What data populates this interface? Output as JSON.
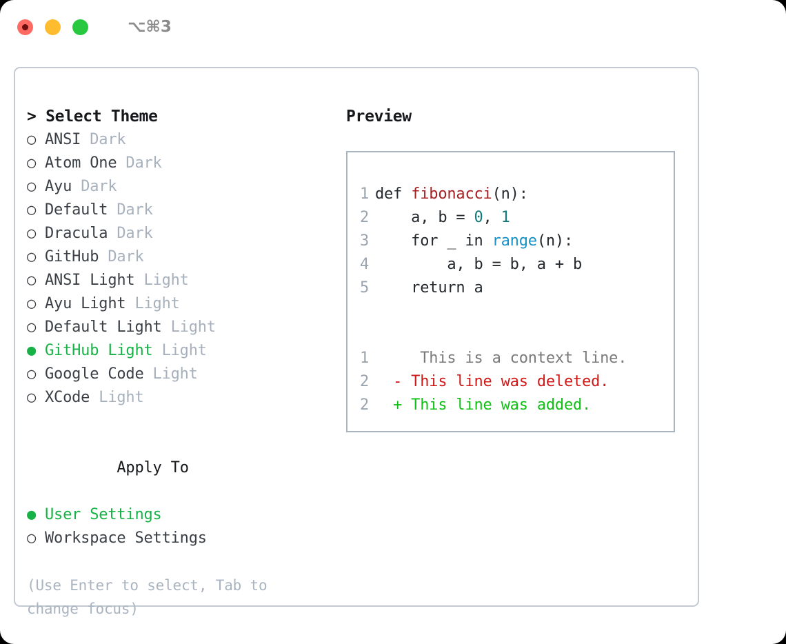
{
  "titlebar": {
    "shortcut": "⌥⌘3",
    "dots": [
      "close-red",
      "minimize-yellow",
      "zoom-green"
    ]
  },
  "theme_selector": {
    "header": "> Select Theme",
    "marker_selected": "●",
    "marker_unselected": "○",
    "accent_color": "#17b245",
    "items": [
      {
        "marker": "○",
        "name": "ANSI",
        "variant": "Dark",
        "selected": false
      },
      {
        "marker": "○",
        "name": "Atom One",
        "variant": "Dark",
        "selected": false
      },
      {
        "marker": "○",
        "name": "Ayu",
        "variant": "Dark",
        "selected": false
      },
      {
        "marker": "○",
        "name": "Default",
        "variant": "Dark",
        "selected": false
      },
      {
        "marker": "○",
        "name": "Dracula",
        "variant": "Dark",
        "selected": false
      },
      {
        "marker": "○",
        "name": "GitHub",
        "variant": "Dark",
        "selected": false
      },
      {
        "marker": "○",
        "name": "ANSI Light",
        "variant": "Light",
        "selected": false
      },
      {
        "marker": "○",
        "name": "Ayu Light",
        "variant": "Light",
        "selected": false
      },
      {
        "marker": "○",
        "name": "Default Light",
        "variant": "Light",
        "selected": false
      },
      {
        "marker": "●",
        "name": "GitHub Light",
        "variant": "Light",
        "selected": true
      },
      {
        "marker": "○",
        "name": "Google Code",
        "variant": "Light",
        "selected": false
      },
      {
        "marker": "○",
        "name": "XCode",
        "variant": "Light",
        "selected": false
      }
    ]
  },
  "apply_to": {
    "header": "Apply To",
    "items": [
      {
        "marker": "●",
        "label": "User Settings",
        "selected": true
      },
      {
        "marker": "○",
        "label": "Workspace Settings",
        "selected": false
      }
    ]
  },
  "hint": "(Use Enter to select, Tab to change focus)",
  "preview": {
    "title": "Preview",
    "code": [
      {
        "ln": "1",
        "segments": [
          {
            "t": "def ",
            "c": "plain"
          },
          {
            "t": "fibonacci",
            "c": "fn"
          },
          {
            "t": "(n):",
            "c": "plain"
          }
        ]
      },
      {
        "ln": "2",
        "segments": [
          {
            "t": "    a, b = ",
            "c": "plain"
          },
          {
            "t": "0",
            "c": "num"
          },
          {
            "t": ", ",
            "c": "plain"
          },
          {
            "t": "1",
            "c": "num"
          }
        ]
      },
      {
        "ln": "3",
        "segments": [
          {
            "t": "    for _ in ",
            "c": "plain"
          },
          {
            "t": "range",
            "c": "call"
          },
          {
            "t": "(n):",
            "c": "plain"
          }
        ]
      },
      {
        "ln": "4",
        "segments": [
          {
            "t": "        a, b = b, a + b",
            "c": "plain"
          }
        ]
      },
      {
        "ln": "5",
        "segments": [
          {
            "t": "    return a",
            "c": "plain"
          }
        ]
      }
    ],
    "diff": [
      {
        "ln": "1",
        "sign": " ",
        "text": "  This is a context line.",
        "kind": "ctx"
      },
      {
        "ln": "2",
        "sign": "-",
        "text": " This line was deleted.",
        "kind": "del"
      },
      {
        "ln": "2",
        "sign": "+",
        "text": " This line was added.",
        "kind": "add"
      }
    ]
  },
  "colors": {
    "accent_green": "#17b245",
    "diff_add": "#0fbf14",
    "diff_del": "#d01818",
    "diff_ctx": "#7a7a7a",
    "muted": "#a7b1bd",
    "border": "#c3cad3",
    "preview_border": "#a8b4c0",
    "syntax_function": "#a81f22",
    "syntax_number": "#127a78",
    "syntax_call": "#1791c4"
  }
}
